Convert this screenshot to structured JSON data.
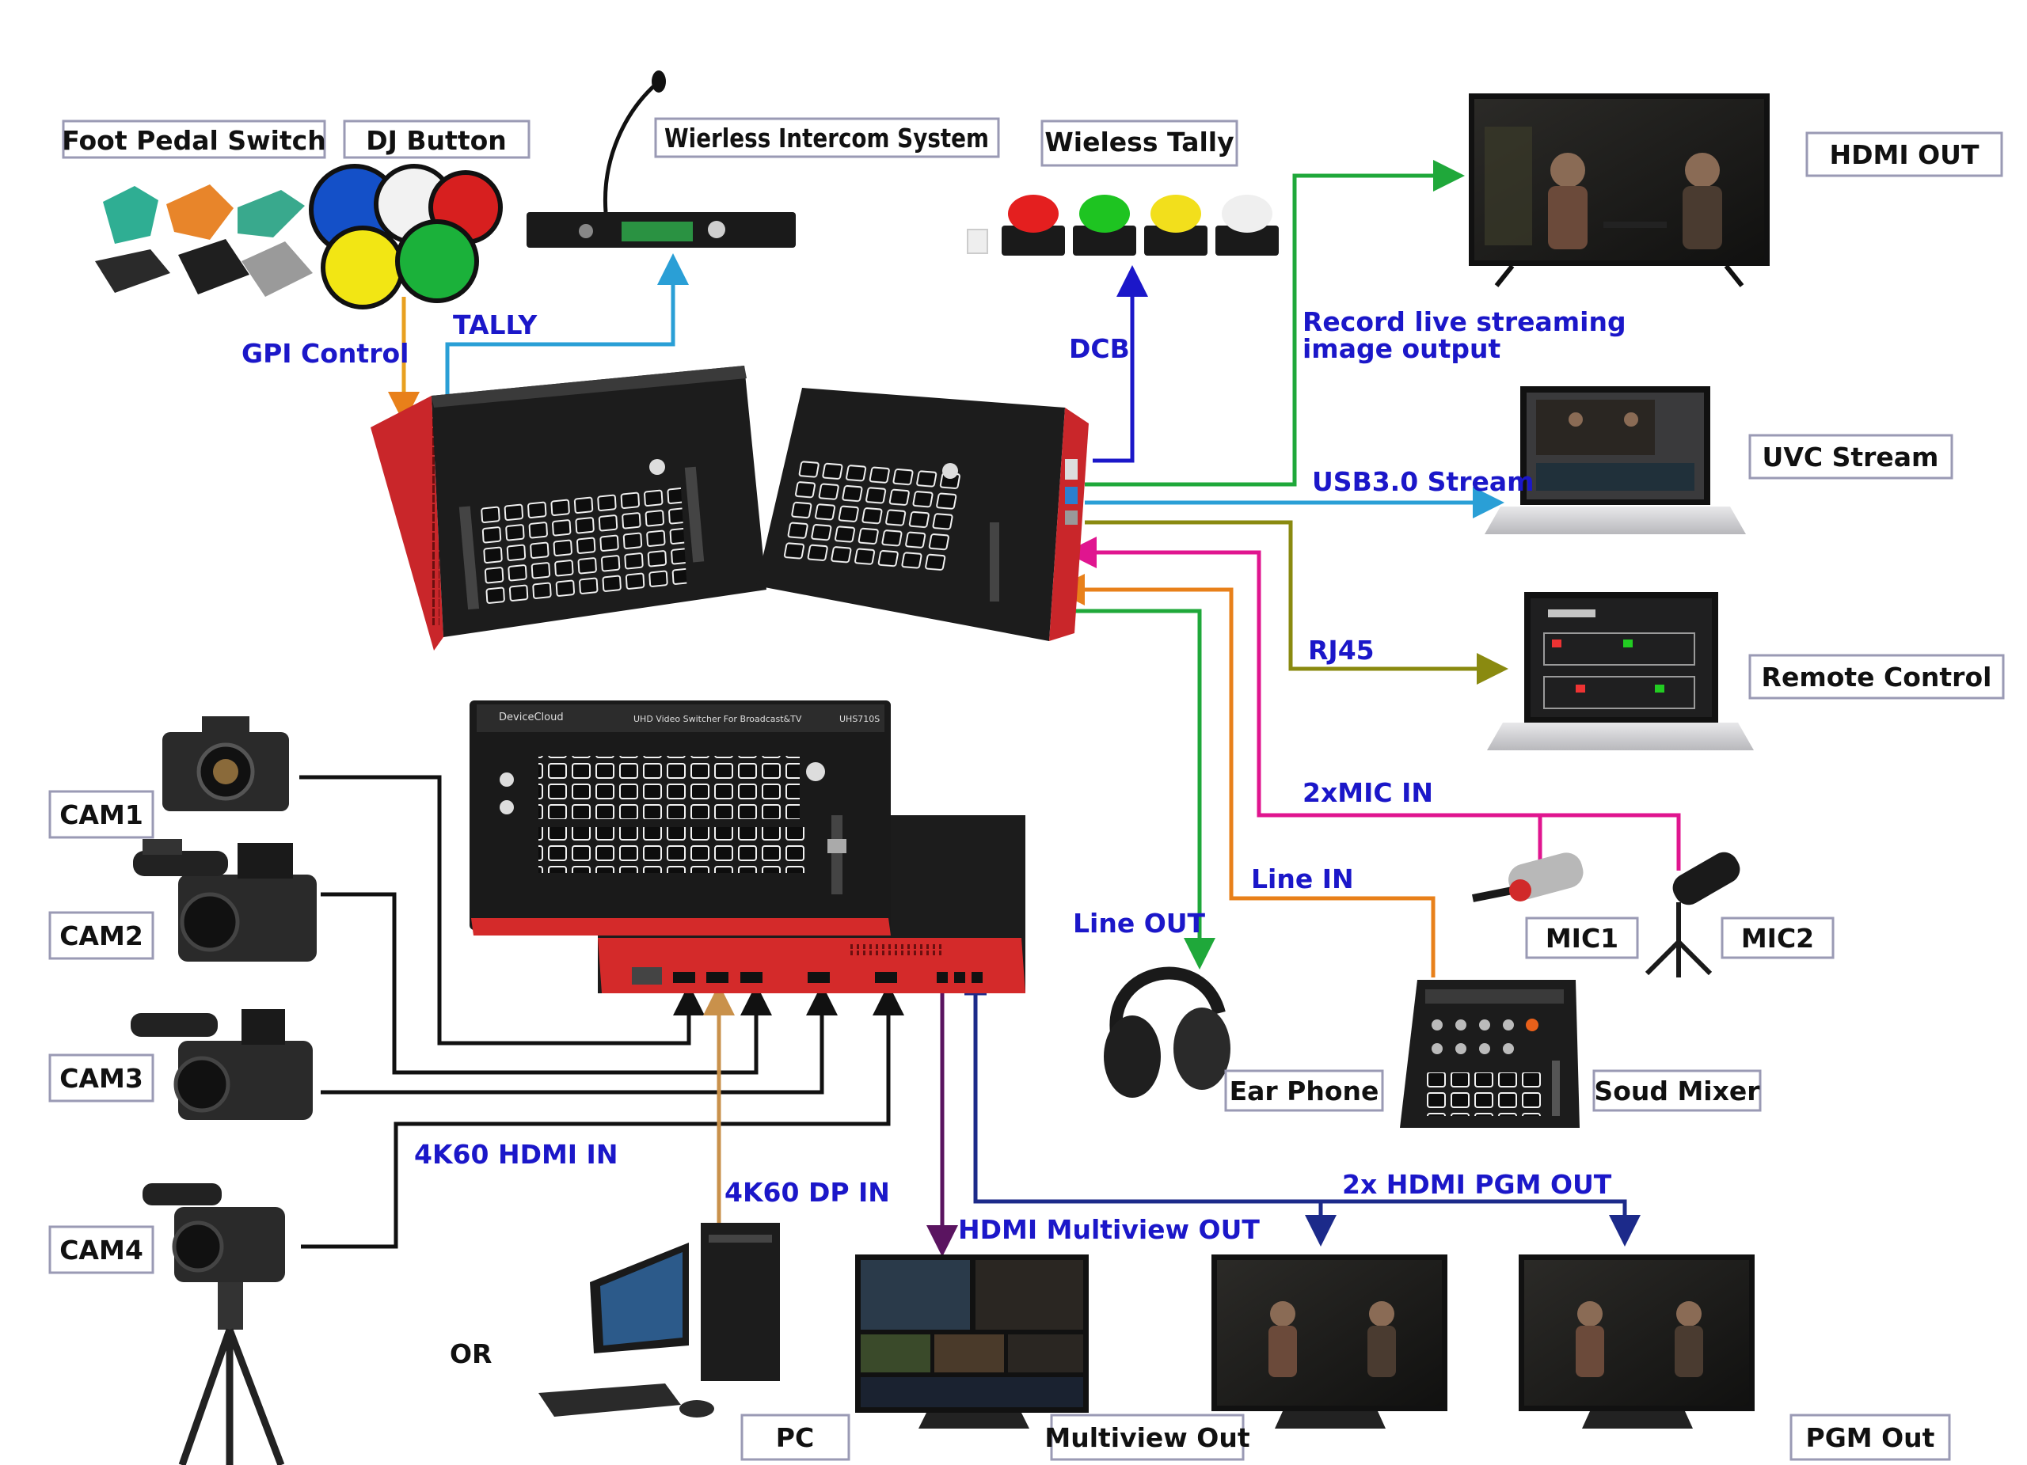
{
  "labels": {
    "foot_pedal": "Foot Pedal Switch",
    "dj_button": "DJ Button",
    "intercom": "Wierless Intercom System",
    "wireless_tally": "Wieless Tally",
    "hdmi_out": "HDMI OUT",
    "uvc_stream": "UVC Stream",
    "remote_control": "Remote Control",
    "cam1": "CAM1",
    "cam2": "CAM2",
    "cam3": "CAM3",
    "cam4": "CAM4",
    "mic1": "MIC1",
    "mic2": "MIC2",
    "ear_phone": "Ear Phone",
    "sound_mixer": "Soud Mixer",
    "pc": "PC",
    "multiview_out": "Multiview Out",
    "pgm_out": "PGM Out",
    "or": "OR"
  },
  "connections": {
    "gpi_control": "GPI Control",
    "tally": "TALLY",
    "dcb": "DCB",
    "record_line1": "Record live streaming",
    "record_line2": " image output",
    "usb_stream": "USB3.0 Stream",
    "rj45": "RJ45",
    "mic_in": "2xMIC IN",
    "line_in": "Line IN",
    "line_out": "Line OUT",
    "hdmi_in": "4K60 HDMI IN",
    "dp_in": "4K60 DP IN",
    "multiview_hdmi": "HDMI Multiview OUT",
    "pgm_hdmi": "2x HDMI PGM OUT"
  },
  "device_text": {
    "brand": "DeviceCloud",
    "model": "UHS710S",
    "tagline": "UHD Video Switcher For Broadcast&TV"
  },
  "colors": {
    "chassis_red": "#d42a2a",
    "panel_black": "#1c1c1c",
    "label_blue": "#1b17c9",
    "green_wire": "#1fa83a",
    "cyan_wire": "#2a9fd6",
    "olive_wire": "#8a8a10",
    "magenta_wire": "#e0158f",
    "orange_wire": "#e8801a",
    "purple_wire": "#5a1460",
    "navy_wire": "#1c2a8a",
    "tan_wire": "#c9914b",
    "box_border": "#9a9ab4"
  }
}
